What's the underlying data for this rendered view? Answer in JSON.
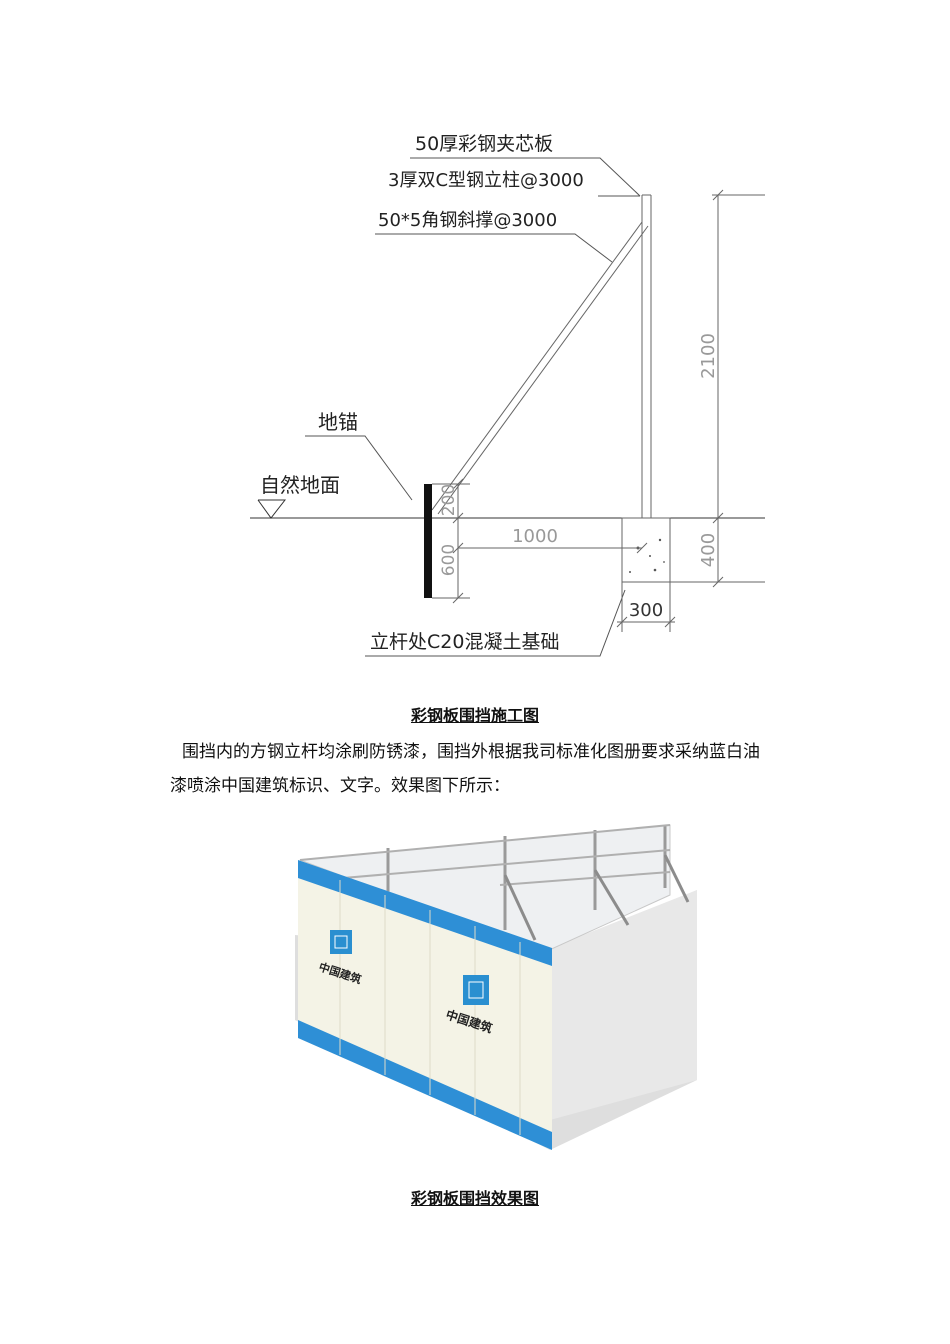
{
  "drawing": {
    "label_panel": "50厚彩钢夹芯板",
    "label_post": "3厚双C型钢立柱@3000",
    "label_brace": "50*5角钢斜撑@3000",
    "label_anchor": "地锚",
    "label_ground": "自然地面",
    "label_foundation": "立杆处C20混凝土基础",
    "dim_height": "2100",
    "dim_anchor_top": "200",
    "dim_anchor_depth": "600",
    "dim_spacing": "1000",
    "dim_found_depth": "400",
    "dim_found_width": "300"
  },
  "caption1": "彩钢板围挡施工图",
  "paragraph": {
    "line1": "围挡内的方钢立杆均涂刷防锈漆，围挡外根据我司标准化图册要求采纳蓝白油",
    "line2": "漆喷涂中国建筑标识、文字。效果图下所示："
  },
  "render": {
    "logo_text": "中国建筑",
    "panel_color": "#f4f3e6",
    "stripe_color": "#2e8fd6",
    "logo_color": "#2a8fd0"
  },
  "caption2": "彩钢板围挡效果图"
}
